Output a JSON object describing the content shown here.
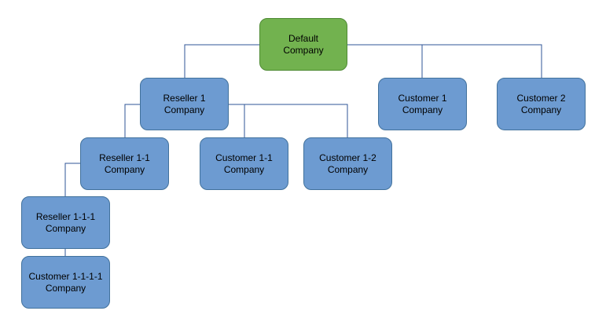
{
  "nodes": {
    "default": {
      "line1": "Default",
      "line2": "Company"
    },
    "reseller_1": {
      "line1": "Reseller 1",
      "line2": "Company"
    },
    "customer_1": {
      "line1": "Customer 1",
      "line2": "Company"
    },
    "customer_2": {
      "line1": "Customer 2",
      "line2": "Company"
    },
    "reseller_1_1": {
      "line1": "Reseller 1-1",
      "line2": "Company"
    },
    "customer_1_1": {
      "line1": "Customer 1-1",
      "line2": "Company"
    },
    "customer_1_2": {
      "line1": "Customer 1-2",
      "line2": "Company"
    },
    "reseller_1_1_1": {
      "line1": "Reseller 1-1-1",
      "line2": "Company"
    },
    "customer_1_1_1_1": {
      "line1": "Customer 1-1-1-1",
      "line2": "Company"
    }
  },
  "edges": [
    [
      "default",
      "reseller_1"
    ],
    [
      "default",
      "customer_1"
    ],
    [
      "default",
      "customer_2"
    ],
    [
      "reseller_1",
      "reseller_1_1"
    ],
    [
      "reseller_1",
      "customer_1_1"
    ],
    [
      "reseller_1",
      "customer_1_2"
    ],
    [
      "reseller_1_1",
      "reseller_1_1_1"
    ],
    [
      "reseller_1_1_1",
      "customer_1_1_1_1"
    ]
  ],
  "colors": {
    "root_fill": "#72b24f",
    "node_fill": "#6d9bd1",
    "connector": "#2f5597"
  }
}
